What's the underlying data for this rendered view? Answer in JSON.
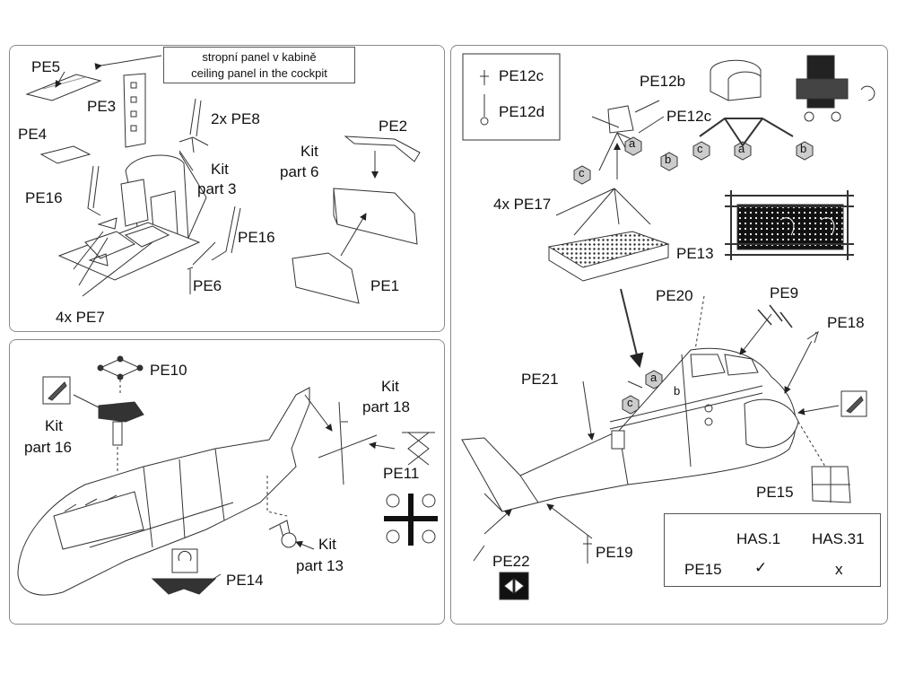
{
  "panels": {
    "cockpit": {
      "note": {
        "line1": "stropní panel v kabině",
        "line2": "ceiling panel in the cockpit"
      },
      "labels": {
        "pe5": "PE5",
        "pe3": "PE3",
        "pe8": "2x PE8",
        "pe4": "PE4",
        "kit3_a": "Kit",
        "kit3_b": "part 3",
        "pe16a": "PE16",
        "pe16b": "PE16",
        "pe6": "PE6",
        "pe7": "4x PE7",
        "pe2": "PE2",
        "kit6_a": "Kit",
        "kit6_b": "part 6",
        "pe1": "PE1"
      }
    },
    "rotor": {
      "labels": {
        "pe10": "PE10",
        "kit16_a": "Kit",
        "kit16_b": "part 16",
        "kit18_a": "Kit",
        "kit18_b": "part 18",
        "pe11": "PE11",
        "pe14": "PE14",
        "kit13_a": "Kit",
        "kit13_b": "part 13"
      }
    },
    "fuselage": {
      "labels": {
        "pe12c_top": "PE12c",
        "pe12d": "PE12d",
        "pe12b": "PE12b",
        "pe12c_right": "PE12c",
        "pe17": "4x PE17",
        "pe13": "PE13",
        "pe20": "PE20",
        "pe9": "PE9",
        "pe18": "PE18",
        "pe21": "PE21",
        "pe15": "PE15",
        "pe22": "PE22",
        "pe19": "PE19"
      },
      "letters": {
        "a": "a",
        "b": "b",
        "c": "c"
      },
      "variant_table": {
        "headers": [
          "HAS.1",
          "HAS.31"
        ],
        "row_label": "PE15",
        "values": [
          "✓",
          "x"
        ]
      }
    }
  }
}
